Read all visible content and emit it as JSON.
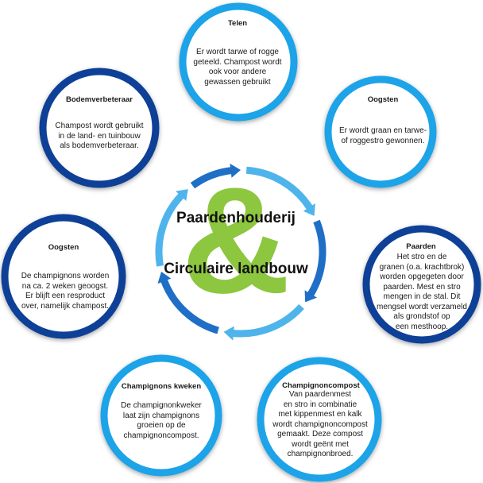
{
  "center": {
    "line1": "Paardenhouderij",
    "symbol": "&",
    "line2": "Circulaire landbouw"
  },
  "colors": {
    "light_blue": "#1aa3e8",
    "dark_blue": "#103f96",
    "cycle_light": "#4fb4ec",
    "cycle_dark": "#1f6fc6",
    "ampersand_green": "#8dc63f"
  },
  "nodes": [
    {
      "title": "Telen",
      "body": [
        "Er wordt tarwe of rogge",
        "geteeld. Champost wordt",
        "ook voor andere",
        "gewassen gebruikt"
      ]
    },
    {
      "title": "Oogsten",
      "body": [
        "Er wordt graan en tarwe-",
        "of roggestro gewonnen."
      ]
    },
    {
      "title": "Paarden",
      "body": [
        "Het stro en de",
        "granen (o.a. krachtbrok)",
        "worden opgegeten door",
        "paarden. Mest en stro",
        "mengen in de stal. Dit",
        "mengsel wordt verzameld",
        "als grondstof op",
        "een mesthoop."
      ]
    },
    {
      "title": "Champignoncompost",
      "body": [
        "Van paardenmest",
        "en stro in combinatie",
        "met kippenmest en kalk",
        "wordt champignoncompost",
        "gemaakt. Deze compost",
        "wordt geënt met",
        "champignonbroed."
      ]
    },
    {
      "title": "Champignons kweken",
      "body": [
        "De champignonkweker",
        "laat zijn champignons",
        "groeien op de",
        "champignoncompost."
      ]
    },
    {
      "title": "Oogsten",
      "body": [
        "De champignons worden",
        "na ca. 2 weken geoogst.",
        "Er blijft een resproduct",
        "over, namelijk champost."
      ]
    },
    {
      "title": "Bodemverbeteraar",
      "body": [
        "Champost wordt gebruikt",
        "in de land- en tuinbouw",
        "als bodemverbeteraar."
      ]
    }
  ]
}
